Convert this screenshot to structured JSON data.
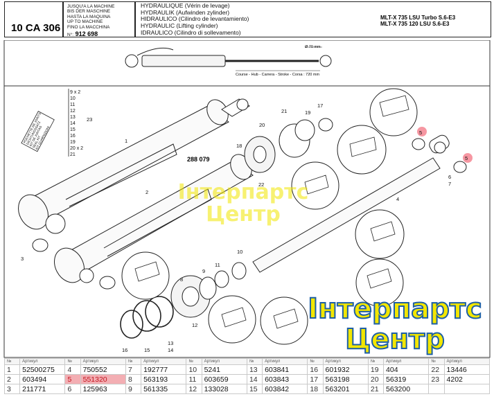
{
  "header": {
    "code": "10 CA 306",
    "serial_lines": [
      "JUSQU'A LA MACHINE",
      "BIS DER MASCHINE",
      "HASTA LA MAQUINA",
      "UP TO MACHINE",
      "FINO LA MACCHINA"
    ],
    "serial_prefix": "N°:",
    "serial_number": "912 698",
    "hydraulic_lines": [
      "HYDRAULIQUE (Vérin de levage)",
      "HYDRAULIK (Aufwinden zylinder)",
      "HIDRAULICO (Cilindro de levantamiento)",
      "HYDRAULIC (Lifting cylinder)",
      "IDRAULICO (Cilindro di sollevamento)"
    ],
    "models": [
      "MLT-X 735 LSU Turbo S.6-E3",
      "MLT-X 735 120 LSU S.6-E3"
    ]
  },
  "drawing": {
    "dimension_label": "Ø 70 mm",
    "stroke_label": "Course - Hub - Carrera - Stroke - Corsa : 720 mm",
    "ref_number": "288 079",
    "kit_list": [
      "9 x 2",
      "10",
      "11",
      "12",
      "13",
      "14",
      "15",
      "16",
      "19",
      "20 x 2",
      "21"
    ],
    "kit_label_lines": [
      "POCHETTE DE JOINTS",
      "DICHTUNGSSATZ",
      "KIT DE JUNTAS",
      "SEAL KIT",
      "KIT GUARNIZIONI"
    ],
    "callouts": [
      "1",
      "2",
      "3",
      "4",
      "5",
      "5",
      "6",
      "7",
      "8",
      "9",
      "10",
      "11",
      "12",
      "13",
      "14",
      "15",
      "16",
      "17",
      "18",
      "19",
      "20",
      "21",
      "22",
      "23"
    ]
  },
  "watermark": {
    "line1": "Інтерпартс",
    "line2": "Центр"
  },
  "table": {
    "header_no": "№",
    "header_article": "Артикул",
    "rows": [
      [
        [
          "1",
          "52500275"
        ],
        [
          "4",
          "750552"
        ],
        [
          "7",
          "192777"
        ],
        [
          "10",
          "5241"
        ],
        [
          "13",
          "603841"
        ],
        [
          "16",
          "601932"
        ],
        [
          "19",
          "404"
        ],
        [
          "22",
          "13446"
        ]
      ],
      [
        [
          "2",
          "603494"
        ],
        [
          "5",
          "551320"
        ],
        [
          "8",
          "563193"
        ],
        [
          "11",
          "603659"
        ],
        [
          "14",
          "603843"
        ],
        [
          "17",
          "563198"
        ],
        [
          "20",
          "56319"
        ],
        [
          "23",
          "4202"
        ]
      ],
      [
        [
          "3",
          "211771"
        ],
        [
          "6",
          "125963"
        ],
        [
          "9",
          "561335"
        ],
        [
          "12",
          "133028"
        ],
        [
          "15",
          "603842"
        ],
        [
          "18",
          "563201"
        ],
        [
          "21",
          "563200"
        ],
        [
          "",
          ""
        ]
      ]
    ],
    "highlight": "551320"
  },
  "colors": {
    "highlight_bg": "#f3aeb3",
    "highlight_text": "#c0141e",
    "watermark_yellow": "#f2e600",
    "watermark_blue": "#1d5fa6"
  }
}
